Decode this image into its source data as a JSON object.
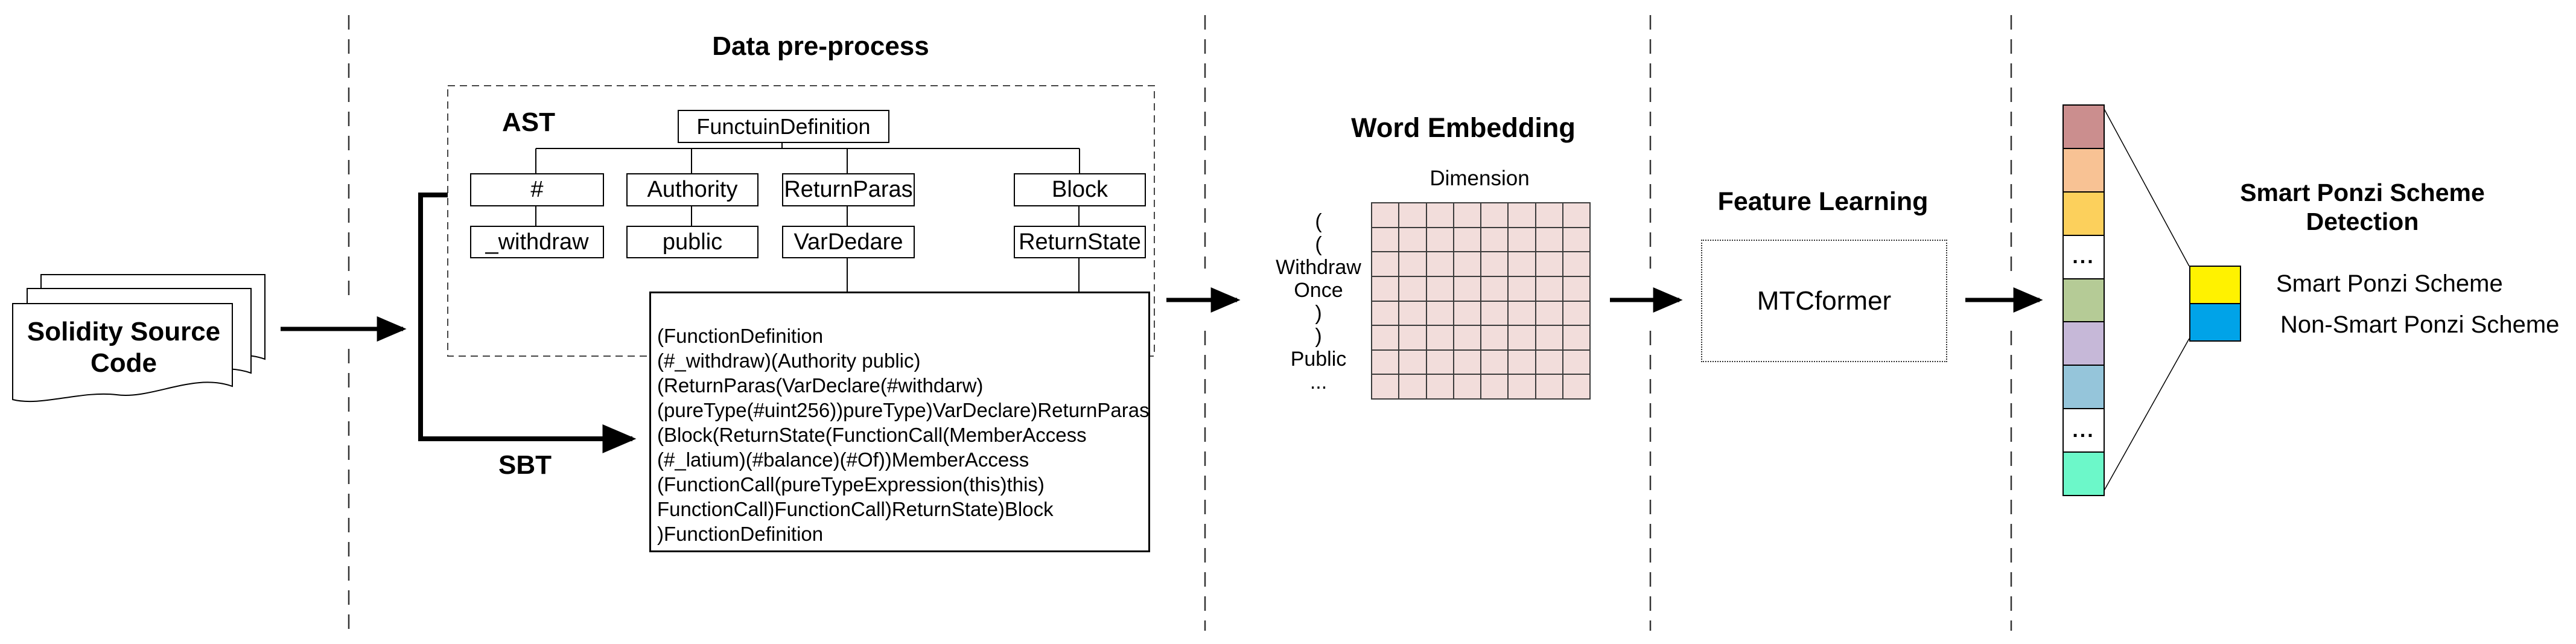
{
  "source": {
    "label": "Solidity Source Code"
  },
  "preprocess": {
    "title": "Data pre-process",
    "ast_label": "AST",
    "sbt_label": "SBT",
    "tree": {
      "root": "FunctuinDefinition",
      "level1": [
        "#",
        "Authority",
        "ReturnParas",
        "Block"
      ],
      "level2": [
        "_withdraw",
        "public",
        "VarDedare",
        "ReturnState"
      ]
    },
    "sbt_text": "(FunctionDefinition\n(#_withdraw)(Authority public)\n(ReturnParas(VarDeclare(#withdarw)\n(pureType(#uint256))pureType)VarDeclare)ReturnParas\n(Block(ReturnState(FunctionCall(MemberAccess\n(#_latium)(#balance)(#Of))MemberAccess\n(FunctionCall(pureTypeExpression(this)this)\nFunctionCall)FunctionCall)ReturnState)Block\n)FunctionDefinition"
  },
  "embedding": {
    "title": "Word Embedding",
    "dimension_label": "Dimension",
    "tokens": "(\n(\nWithdraw\nOnce\n)\n)\nPublic\n...",
    "grid": {
      "rows": 8,
      "cols": 8,
      "cell_fill": "#f2dddb"
    }
  },
  "feature": {
    "title": "Feature Learning",
    "model_label": "MTCformer"
  },
  "detection": {
    "title": "Smart Ponzi Scheme\nDetection",
    "vector_cells": [
      {
        "color": "#cb8e8e"
      },
      {
        "color": "#f8c294"
      },
      {
        "color": "#fcd05c"
      },
      {
        "color": "#ffffff",
        "label": "..."
      },
      {
        "color": "#b5cb96"
      },
      {
        "color": "#c6b8d8"
      },
      {
        "color": "#95c5da"
      },
      {
        "color": "#ffffff",
        "label": "..."
      },
      {
        "color": "#6cf8c9"
      }
    ],
    "classes": [
      {
        "label": "Smart Ponzi Scheme",
        "color": "#fff200"
      },
      {
        "label": "Non-Smart Ponzi Scheme",
        "color": "#00a3e8"
      }
    ]
  }
}
